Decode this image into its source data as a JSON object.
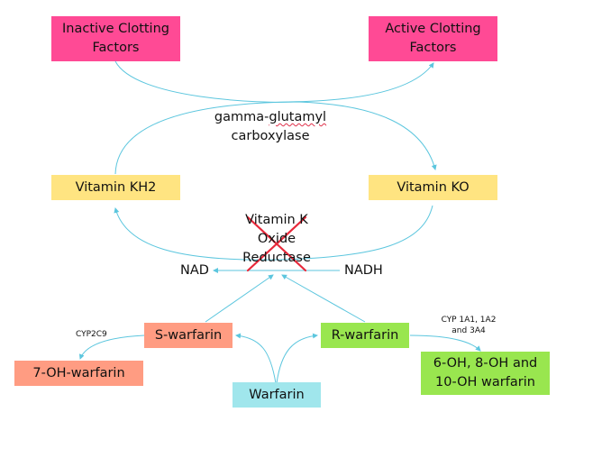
{
  "diagram": {
    "title": "Warfarin mechanism and metabolism",
    "colors": {
      "arrow": "#5cc6de",
      "cross": "#e8283a",
      "clotting_factor_box": "#ff4a95",
      "vitamin_box": "#ffe481",
      "s_warfarin_box": "#ff9c82",
      "r_warfarin_box": "#99e64f",
      "warfarin_box": "#a0e6ec"
    },
    "nodes": {
      "inactive_clotting_line1": "Inactive Clotting",
      "inactive_clotting_line2": "Factors",
      "active_clotting_line1": "Active Clotting",
      "active_clotting_line2": "Factors",
      "vitamin_kh2": "Vitamin KH2",
      "vitamin_ko": "Vitamin KO",
      "s_warfarin": "S-warfarin",
      "r_warfarin": "R-warfarin",
      "seven_oh_warfarin": "7-OH-warfarin",
      "oh_warfarin_line1": "6-OH, 8-OH and",
      "oh_warfarin_line2": "10-OH warfarin",
      "warfarin": "Warfarin"
    },
    "labels": {
      "enzyme_gamma_line1a": "gamma-",
      "enzyme_gamma_line1b": "glutamyl",
      "enzyme_gamma_line2": "carboxylase",
      "vkor_line1": "Vitamin K",
      "vkor_line2": "Oxide",
      "vkor_line3": "Reductase",
      "nad": "NAD",
      "nadh": "NADH",
      "cyp2c9": "CYP2C9",
      "cyp_r_line1": "CYP 1A1, 1A2",
      "cyp_r_line2": "and 3A4"
    },
    "edges": [
      {
        "from": "Inactive Clotting Factors",
        "to": "Vitamin KO",
        "via": "gamma-glutamyl carboxylase"
      },
      {
        "from": "Vitamin KH2",
        "to": "Active Clotting Factors",
        "via": "gamma-glutamyl carboxylase"
      },
      {
        "from": "Vitamin KO",
        "to": "Vitamin KH2",
        "via": "Vitamin K Oxide Reductase"
      },
      {
        "from": "NADH",
        "to": "NAD",
        "via": "Vitamin K Oxide Reductase"
      },
      {
        "from": "S-warfarin",
        "to": "Vitamin K Oxide Reductase",
        "type": "inhibits"
      },
      {
        "from": "R-warfarin",
        "to": "Vitamin K Oxide Reductase",
        "type": "inhibits"
      },
      {
        "from": "Warfarin",
        "to": "S-warfarin"
      },
      {
        "from": "Warfarin",
        "to": "R-warfarin"
      },
      {
        "from": "S-warfarin",
        "to": "7-OH-warfarin",
        "via": "CYP2C9"
      },
      {
        "from": "R-warfarin",
        "to": "6-OH, 8-OH and 10-OH warfarin",
        "via": "CYP 1A1, 1A2 and 3A4"
      }
    ]
  }
}
